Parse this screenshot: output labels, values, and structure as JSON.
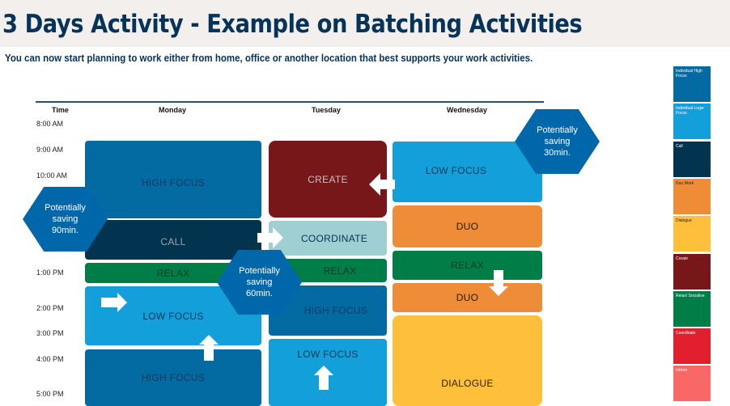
{
  "title": "3 Days Activity - Example on Batching Activities",
  "subtitle": "You can now start planning to work either from home, office or another location that best supports your work activities.",
  "columns": [
    "Time",
    "Monday",
    "Tuesday",
    "Wednesday"
  ],
  "times": [
    "8:00 AM",
    "9:00 AM",
    "10:00 AM",
    "1:00 PM",
    "2:00 PM",
    "3:00 PM",
    "4:00 PM",
    "5:00 PM"
  ],
  "monday": [
    "HIGH FOCUS",
    "CALL",
    "RELAX",
    "LOW FOCUS",
    "HIGH FOCUS"
  ],
  "tuesday": [
    "CREATE",
    "COORDINATE",
    "RELAX",
    "HIGH FOCUS",
    "LOW FOCUS"
  ],
  "wednesday": [
    "LOW FOCUS",
    "DUO",
    "RELAX",
    "DUO",
    "DIALOGUE"
  ],
  "savings": [
    {
      "l1": "Potentially",
      "l2": "saving",
      "l3": "90min."
    },
    {
      "l1": "Potentially",
      "l2": "saving",
      "l3": "60min."
    },
    {
      "l1": "Potentially",
      "l2": "saving",
      "l3": "30min."
    }
  ],
  "legend": [
    {
      "label": "Individual High Focus",
      "color": "#036aa2"
    },
    {
      "label": "Individual Logw Focus",
      "color": "#139fd9"
    },
    {
      "label": "Call",
      "color": "#02344f"
    },
    {
      "label": "Duo Work",
      "color": "#ee8c38"
    },
    {
      "label": "Dialogue",
      "color": "#fec03b"
    },
    {
      "label": "Create",
      "color": "#77171a"
    },
    {
      "label": "Relax/ Socialise",
      "color": "#017e47"
    },
    {
      "label": "Coordinate",
      "color": "#e21f2f"
    },
    {
      "label": "Inform",
      "color": "#f96767"
    }
  ]
}
